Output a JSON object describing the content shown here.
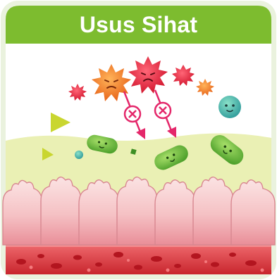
{
  "title": "Usus Sihat",
  "colors": {
    "header_green": "#7DBC2F",
    "frame": "#E9F2DD",
    "bad_bacteria_red": "#E2203A",
    "bad_bacteria_orange": "#F07C1F",
    "good_bacteria_green": "#66B83A",
    "blocked_arrow": "#E4276A",
    "villi_pink": "#F7C3C6",
    "blood_vessel_red": "#D7353C"
  },
  "icons": [
    "bad-bacteria-icon",
    "good-bacteria-icon",
    "blocked-arrow-icon",
    "intestinal-villi",
    "blood-vessel"
  ]
}
